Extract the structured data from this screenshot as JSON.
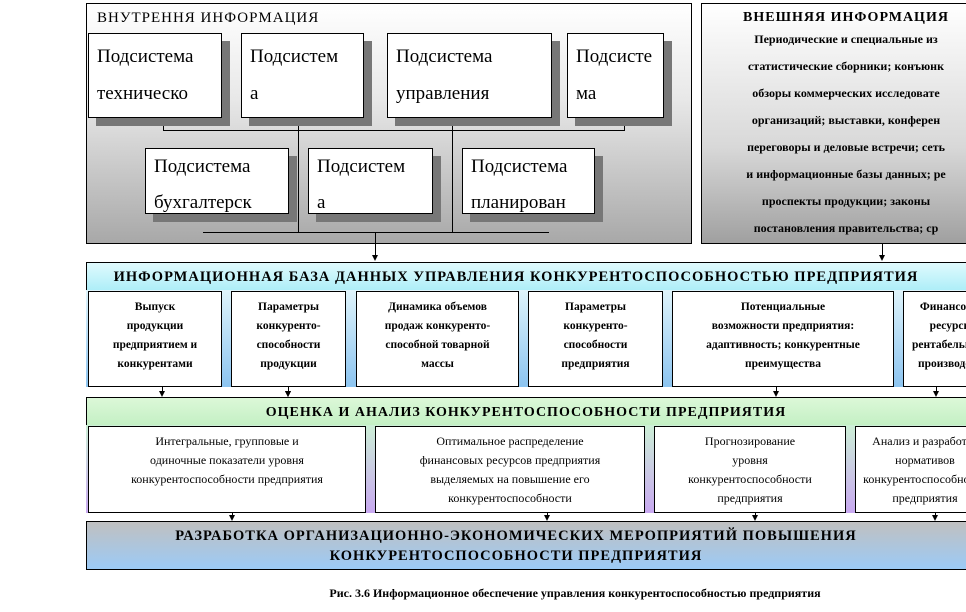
{
  "internal": {
    "title": "ВНУТРЕННЯ  ИНФОРМАЦИЯ",
    "row1": [
      [
        "Подсистема",
        "техническо"
      ],
      [
        "Подсистем",
        "а"
      ],
      [
        "Подсистема",
        "управления"
      ],
      [
        "Подсисте",
        "ма"
      ]
    ],
    "row2": [
      [
        "Подсистема",
        "бухгалтерск"
      ],
      [
        "Подсистем",
        "а"
      ],
      [
        "Подсистема",
        "планирован"
      ]
    ]
  },
  "external": {
    "title": "ВНЕШНЯЯ  ИНФОРМАЦИЯ",
    "lines": [
      "Периодические и специальные из",
      "статистические сборники; конъюнк",
      "обзоры коммерческих  исследовате",
      "организаций; выставки, конферен",
      "переговоры и деловые встречи; сеть",
      "и информационные базы данных; ре",
      "проспекты продукции; законы",
      "постановления правительства; ср"
    ]
  },
  "database": {
    "title": "ИНФОРМАЦИОННАЯ  БАЗА  ДАННЫХ  УПРАВЛЕНИЯ  КОНКУРЕНТОСПОСОБНОСТЬЮ  ПРЕДПРИЯТИЯ",
    "items": [
      [
        "Выпуск",
        "продукции",
        "предприятием и",
        "конкурентами"
      ],
      [
        "Параметры",
        "конкуренто-",
        "способности",
        "продукции"
      ],
      [
        "Динамика объемов",
        "продаж конкуренто-",
        "способной товарной",
        "массы"
      ],
      [
        "Параметры",
        "конкуренто-",
        "способности",
        "предприятия"
      ],
      [
        "Потенциальные",
        "возможности предприятия:",
        "адаптивность; конкурентные",
        "преимущества"
      ],
      [
        "Финансовые",
        "ресурсы;",
        "рентабельность",
        "производства"
      ]
    ]
  },
  "analysis": {
    "title": "ОЦЕНКА  И  АНАЛИЗ  КОНКУРЕНТОСПОСОБНОСТИ  ПРЕДПРИЯТИЯ",
    "items": [
      [
        "Интегральные, групповые и",
        "одиночные показатели уровня",
        "конкурентоспособности предприятия"
      ],
      [
        "Оптимальное распределение",
        "финансовых ресурсов предприятия",
        "выделяемых на повышение его",
        "конкурентоспособности"
      ],
      [
        "Прогнозирование",
        "уровня",
        "конкурентоспособности",
        "предприятия"
      ],
      [
        "Анализ и разработка",
        "нормативов",
        "конкурентоспособности",
        "предприятия"
      ]
    ]
  },
  "development": {
    "line1": "РАЗРАБОТКА  ОРГАНИЗАЦИОННО-ЭКОНОМИЧЕСКИХ  МЕРОПРИЯТИЙ  ПОВЫШЕНИЯ",
    "line2": "КОНКУРЕНТОСПОСОБНОСТИ  ПРЕДПРИЯТИЯ"
  },
  "caption": "Рис. 3.6 Информационное обеспечение управления конкурентоспособностью предприятия"
}
